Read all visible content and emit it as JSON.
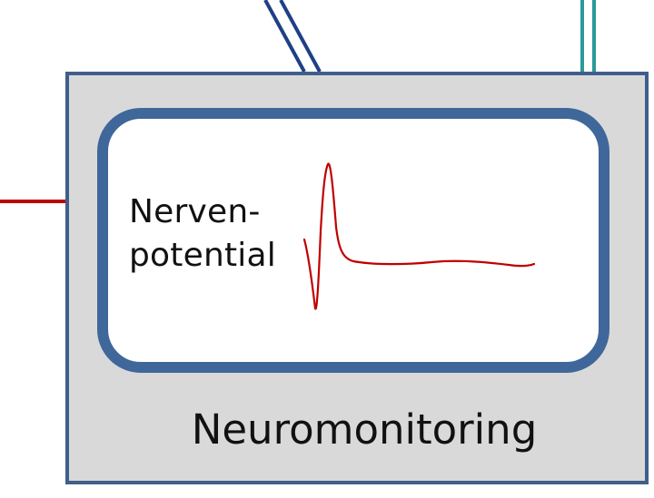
{
  "diagram": {
    "device": {
      "title": "Neuromonitoring",
      "frame_color": "#3f5f8a",
      "fill_color": "#d9d9d9"
    },
    "screen": {
      "label_lines": [
        "Nerven-",
        "potential"
      ],
      "border_color": "#3f679a",
      "waveform_color": "#c00000"
    },
    "connectors": {
      "left_line_color": "#c00000",
      "top_left_line_color": "#1f3f86",
      "top_right_line_color": "#2a9a9a"
    }
  }
}
